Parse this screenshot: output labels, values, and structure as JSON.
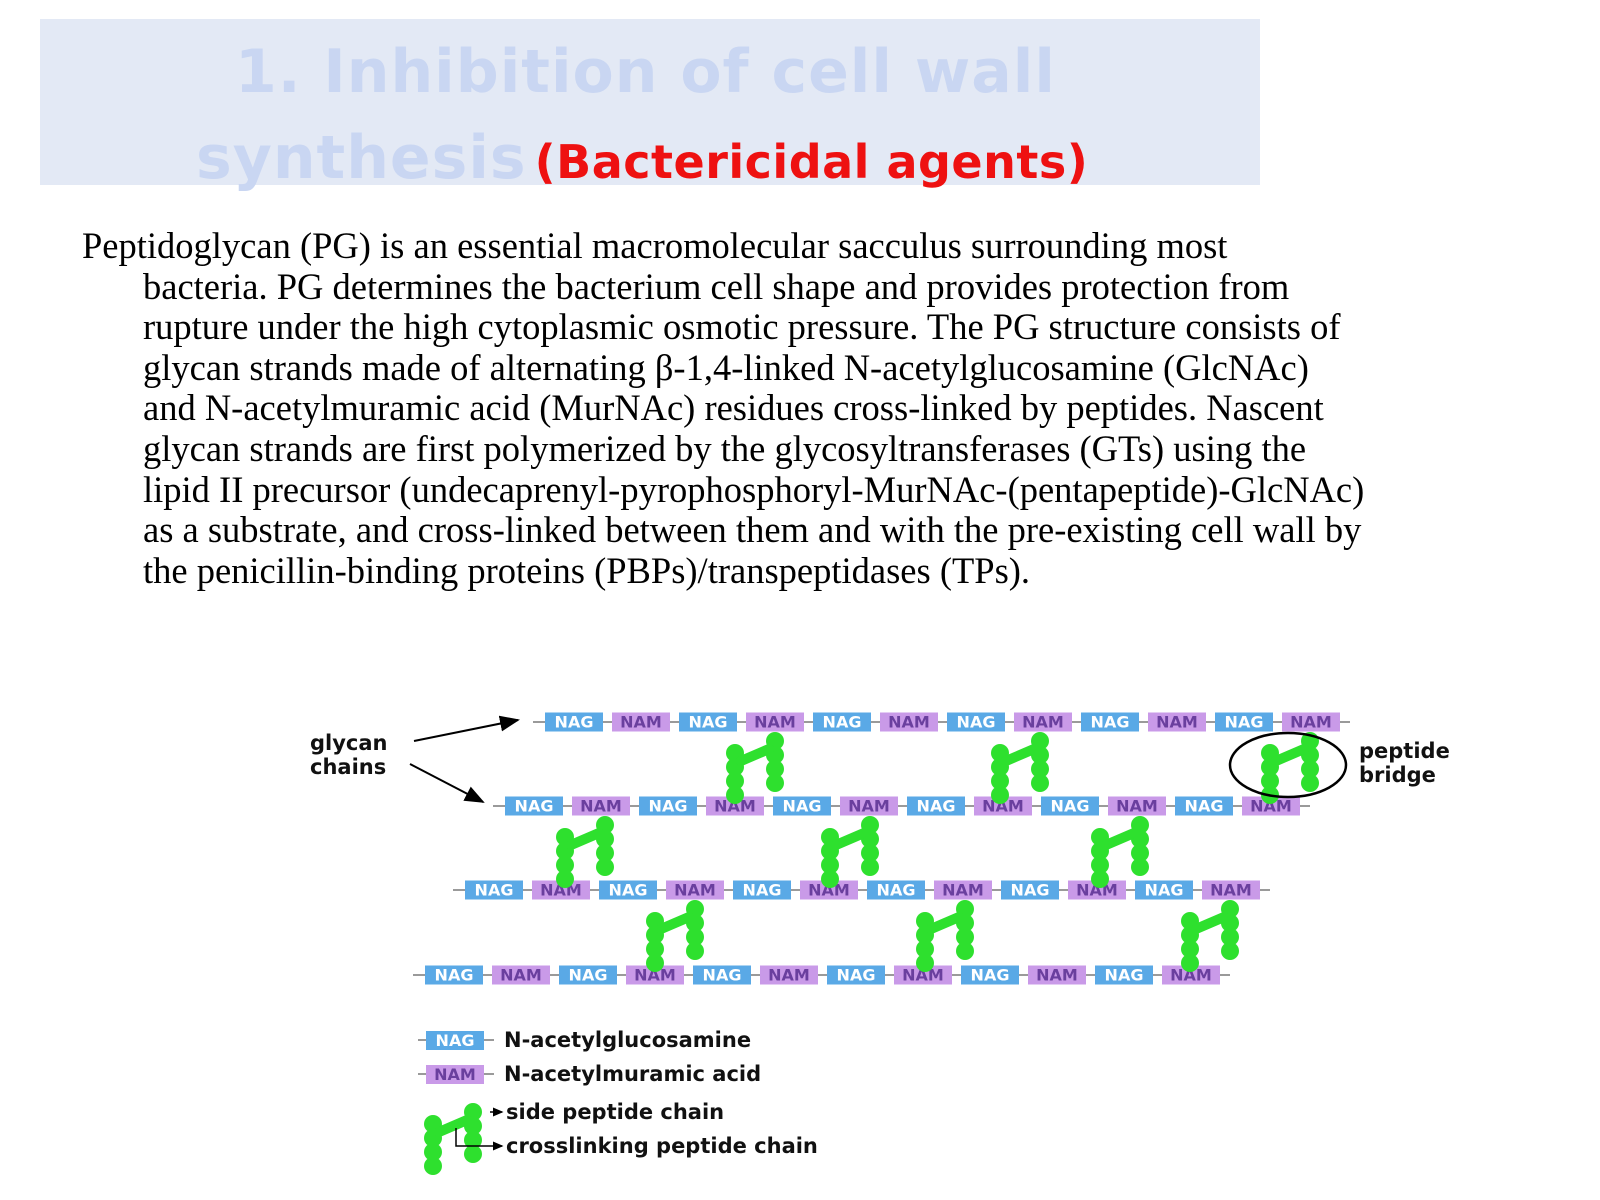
{
  "slide": {
    "title_line1": "1. Inhibition of cell wall",
    "title_line2": "synthesis",
    "title_subtitle": "(Bactericidal agents)",
    "paragraph_lines": [
      "Peptidoglycan (PG) is an essential macromolecular sacculus surrounding most",
      "bacteria. PG determines the bacterium cell shape and provides protection from",
      "rupture under the high cytoplasmic osmotic pressure. The PG structure consists of",
      "glycan strands made of alternating β-1,4-linked N-acetylglucosamine (GlcNAc)",
      "and N-acetylmuramic acid (MurNAc) residues cross-linked by peptides. Nascent",
      "glycan strands are first polymerized by the glycosyltransferases (GTs) using the",
      "lipid II precursor (undecaprenyl-pyrophosphoryl-MurNAc-(pentapeptide)-GlcNAc)",
      "as a substrate, and cross-linked between them and with the pre-existing cell wall by",
      "the penicillin-binding proteins (PBPs)/transpeptidases (TPs)."
    ]
  },
  "diagram": {
    "nag_text": "NAG",
    "nam_text": "NAM",
    "glycan_label_line1": "glycan",
    "glycan_label_line2": "chains",
    "bridge_label_line1": "peptide",
    "bridge_label_line2": "bridge",
    "legend": {
      "nag_desc": "N-acetylglucosamine",
      "nam_desc": "N-acetylmuramic acid",
      "side_chain": "side peptide chain",
      "crosslink_chain": "crosslinking peptide chain"
    },
    "colors": {
      "nag_fill": "#5aa9e6",
      "nam_fill": "#c99ae8",
      "peptide": "#2ee02e",
      "title_text": "#c9d6f2",
      "subtitle_text": "#ee1111",
      "title_bg": "#e3e9f5"
    }
  }
}
